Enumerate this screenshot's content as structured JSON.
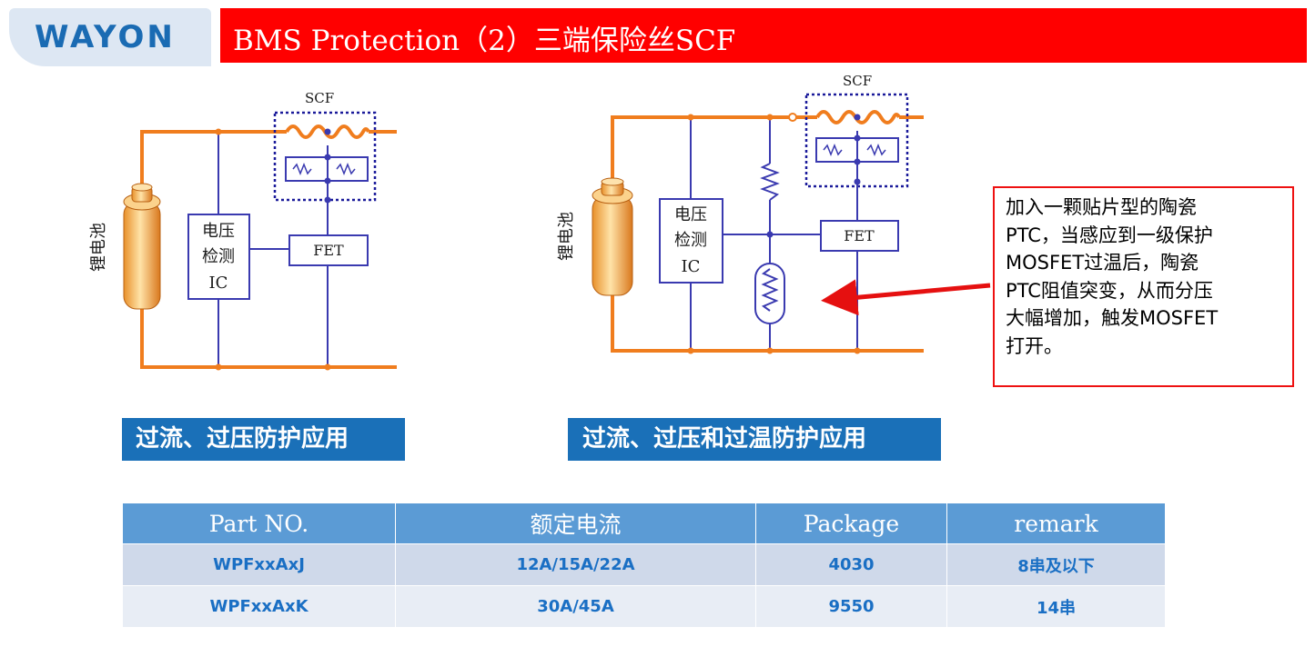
{
  "header": {
    "logo": "WAYON",
    "title": "BMS Protection（2）三端保险丝SCF"
  },
  "diagram_left": {
    "scf_label": "SCF",
    "battery_label": "锂电池",
    "ic_lines": [
      "电压",
      "检测",
      "IC"
    ],
    "fet_label": "FET"
  },
  "diagram_right": {
    "scf_label": "SCF",
    "battery_label": "锂电池",
    "ic_lines": [
      "电压",
      "检测",
      "IC"
    ],
    "fet_label": "FET"
  },
  "callout": {
    "text": "加入一颗贴片型的陶瓷\nPTC，当感应到一级保护\nMOSFET过温后，陶瓷\nPTC阻值突变，从而分压\n大幅增加，触发MOSFET\n打开。"
  },
  "applications": {
    "left": "过流、过压防护应用",
    "right": "过流、过压和过温防护应用"
  },
  "colors": {
    "title_bar": "#ff0000",
    "wire_orange": "#f07d1e",
    "wire_blue": "#3a3ab0",
    "label_blue": "#1a70b8",
    "table_header": "#5b9bd5"
  },
  "table": {
    "headers": [
      "Part NO.",
      "额定电流",
      "Package",
      "remark"
    ],
    "rows": [
      [
        "WPFxxAxJ",
        "12A/15A/22A",
        "4030",
        "8串及以下"
      ],
      [
        "WPFxxAxK",
        "30A/45A",
        "9550",
        "14串"
      ]
    ]
  }
}
